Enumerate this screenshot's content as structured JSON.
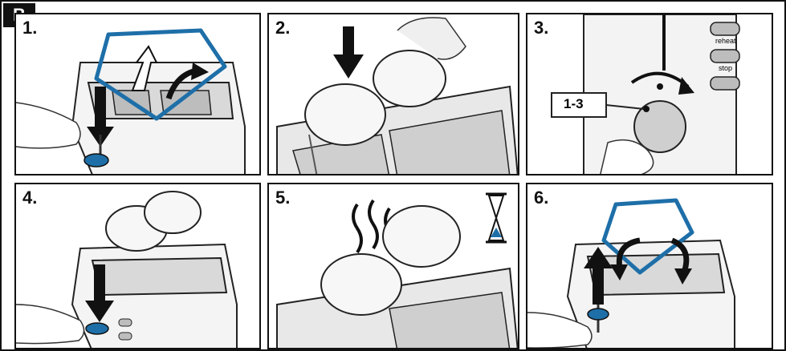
{
  "badge": "B",
  "steps": [
    {
      "label": "1."
    },
    {
      "label": "2."
    },
    {
      "label": "3.",
      "buttons": {
        "reheat": "reheat",
        "stop": "stop"
      },
      "dial_label": "1-3"
    },
    {
      "label": "4."
    },
    {
      "label": "5."
    },
    {
      "label": "6."
    }
  ],
  "colors": {
    "accent_blue": "#1e6fa8",
    "arrow": "#111111",
    "line": "#222222",
    "fill_light": "#f2f2f2",
    "fill_mid": "#d9d9d9"
  },
  "icons": [
    "down-arrow-icon",
    "up-arrow-icon",
    "curved-arrow-icon",
    "hourglass-icon",
    "steam-icon"
  ]
}
